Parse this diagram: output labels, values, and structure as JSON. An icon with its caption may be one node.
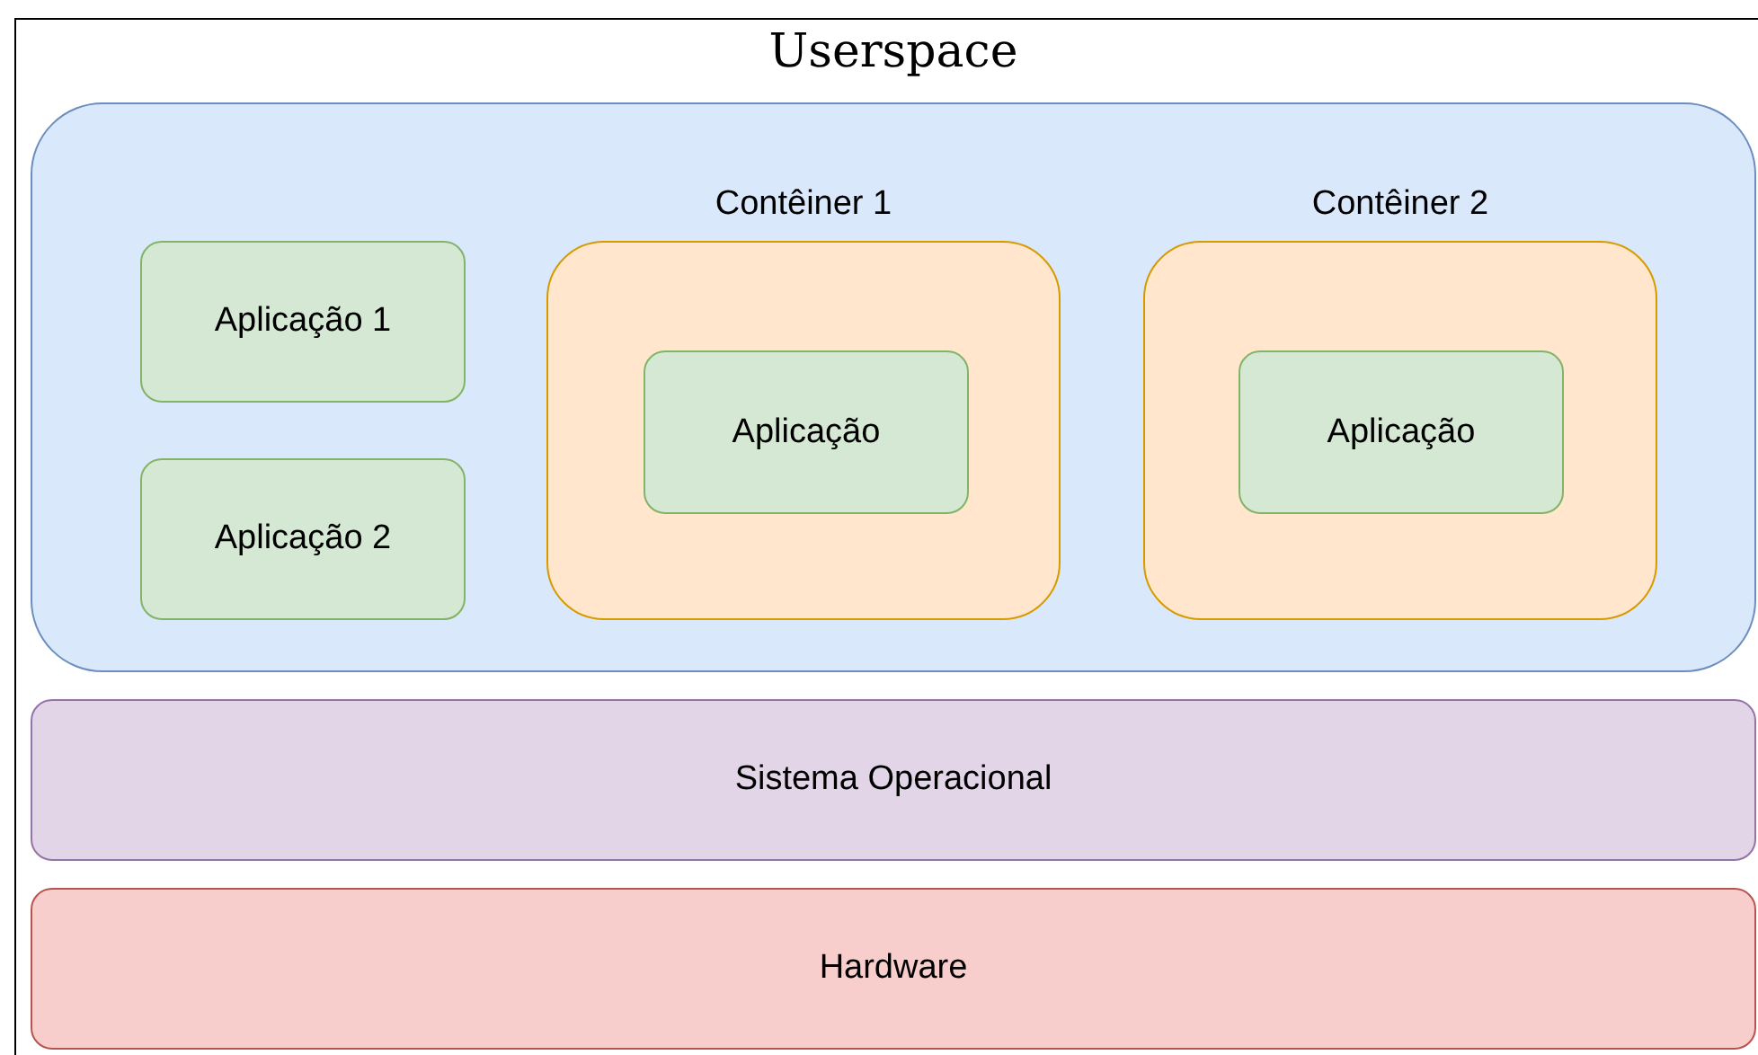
{
  "diagram": {
    "nodes": [
      {
        "text": [
          "Userspace"
        ]
      },
      {
        "text": [
          "Aplicação 1"
        ],
        "in": 0
      },
      {
        "text": [
          "Aplicação 2"
        ],
        "in": 0
      },
      {
        "text": [
          "Contêiner 1"
        ],
        "in": 0
      },
      {
        "text": [
          "Aplicação"
        ],
        "in": 3
      },
      {
        "text": [
          "Contêiner 2"
        ],
        "in": 0
      },
      {
        "text": [
          "Aplicação"
        ],
        "in": 5
      },
      {
        "text": [
          "Sistema Operacional"
        ]
      },
      {
        "text": [
          "Hardware"
        ]
      }
    ]
  }
}
